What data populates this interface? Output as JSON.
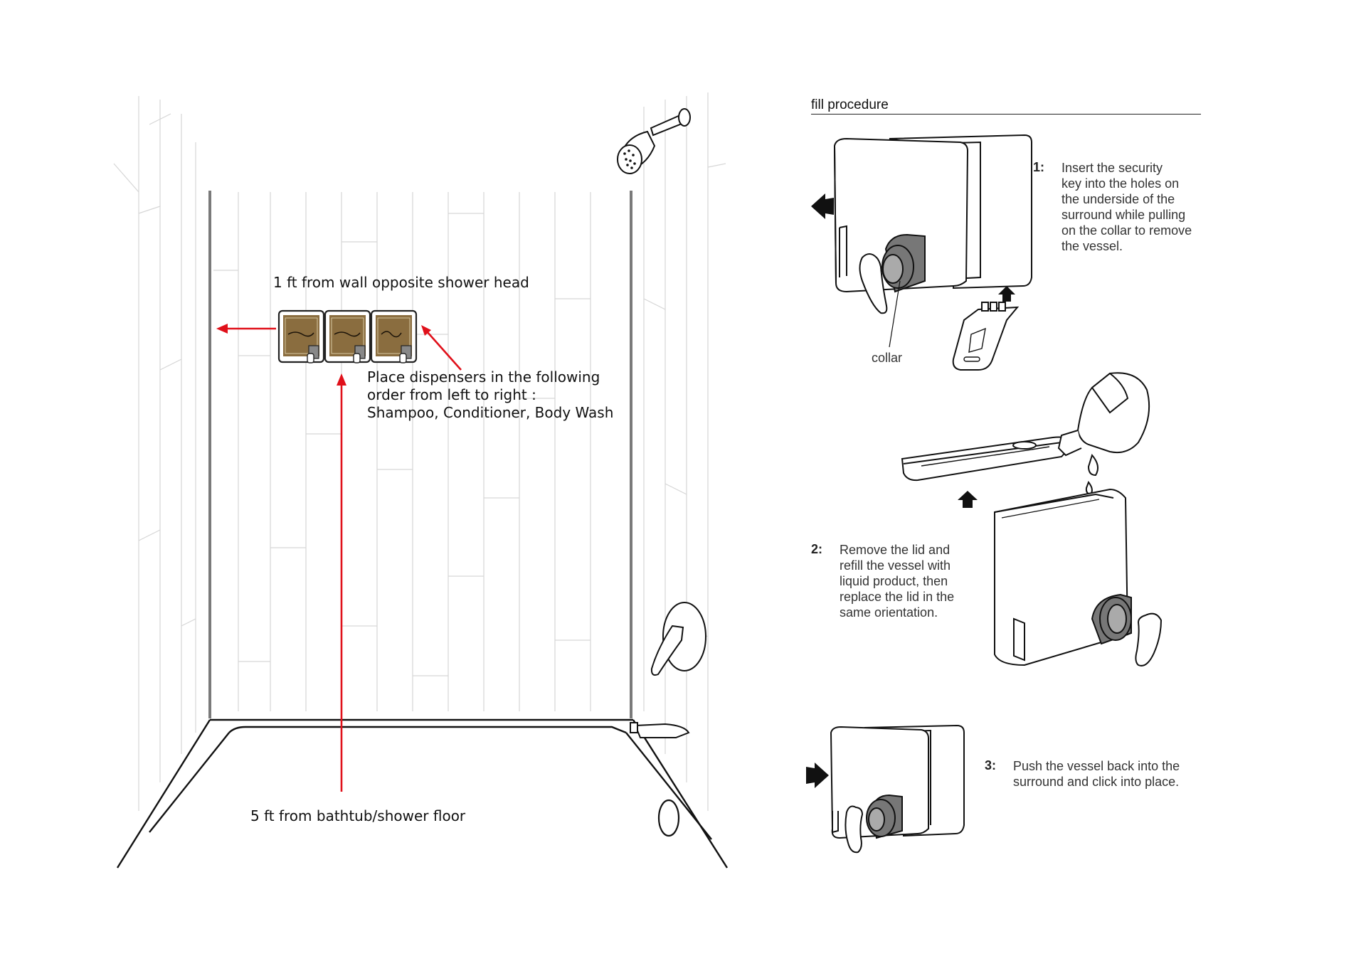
{
  "install": {
    "wall_label": "1 ft from wall opposite shower head",
    "order_lines": [
      "Place dispensers in the following",
      "order from left to right :",
      "Shampoo, Conditioner, Body Wash"
    ],
    "floor_label": "5 ft from bathtub/shower floor",
    "arrow_color": "#e0101a",
    "label_color": "#7a6236"
  },
  "fill_procedure": {
    "title": "fill procedure",
    "collar_label": "collar",
    "steps": [
      {
        "number": "1:",
        "lines": [
          "Insert the security",
          "key into the holes on",
          "the underside of the",
          "surround while pulling",
          "on the collar to remove",
          "the vessel."
        ]
      },
      {
        "number": "2:",
        "lines": [
          "Remove the lid and",
          "refill the vessel with",
          "liquid product, then",
          "replace the lid in the",
          "same orientation."
        ]
      },
      {
        "number": "3:",
        "lines": [
          "Push the vessel back into the",
          "surround and click into place."
        ]
      }
    ]
  }
}
